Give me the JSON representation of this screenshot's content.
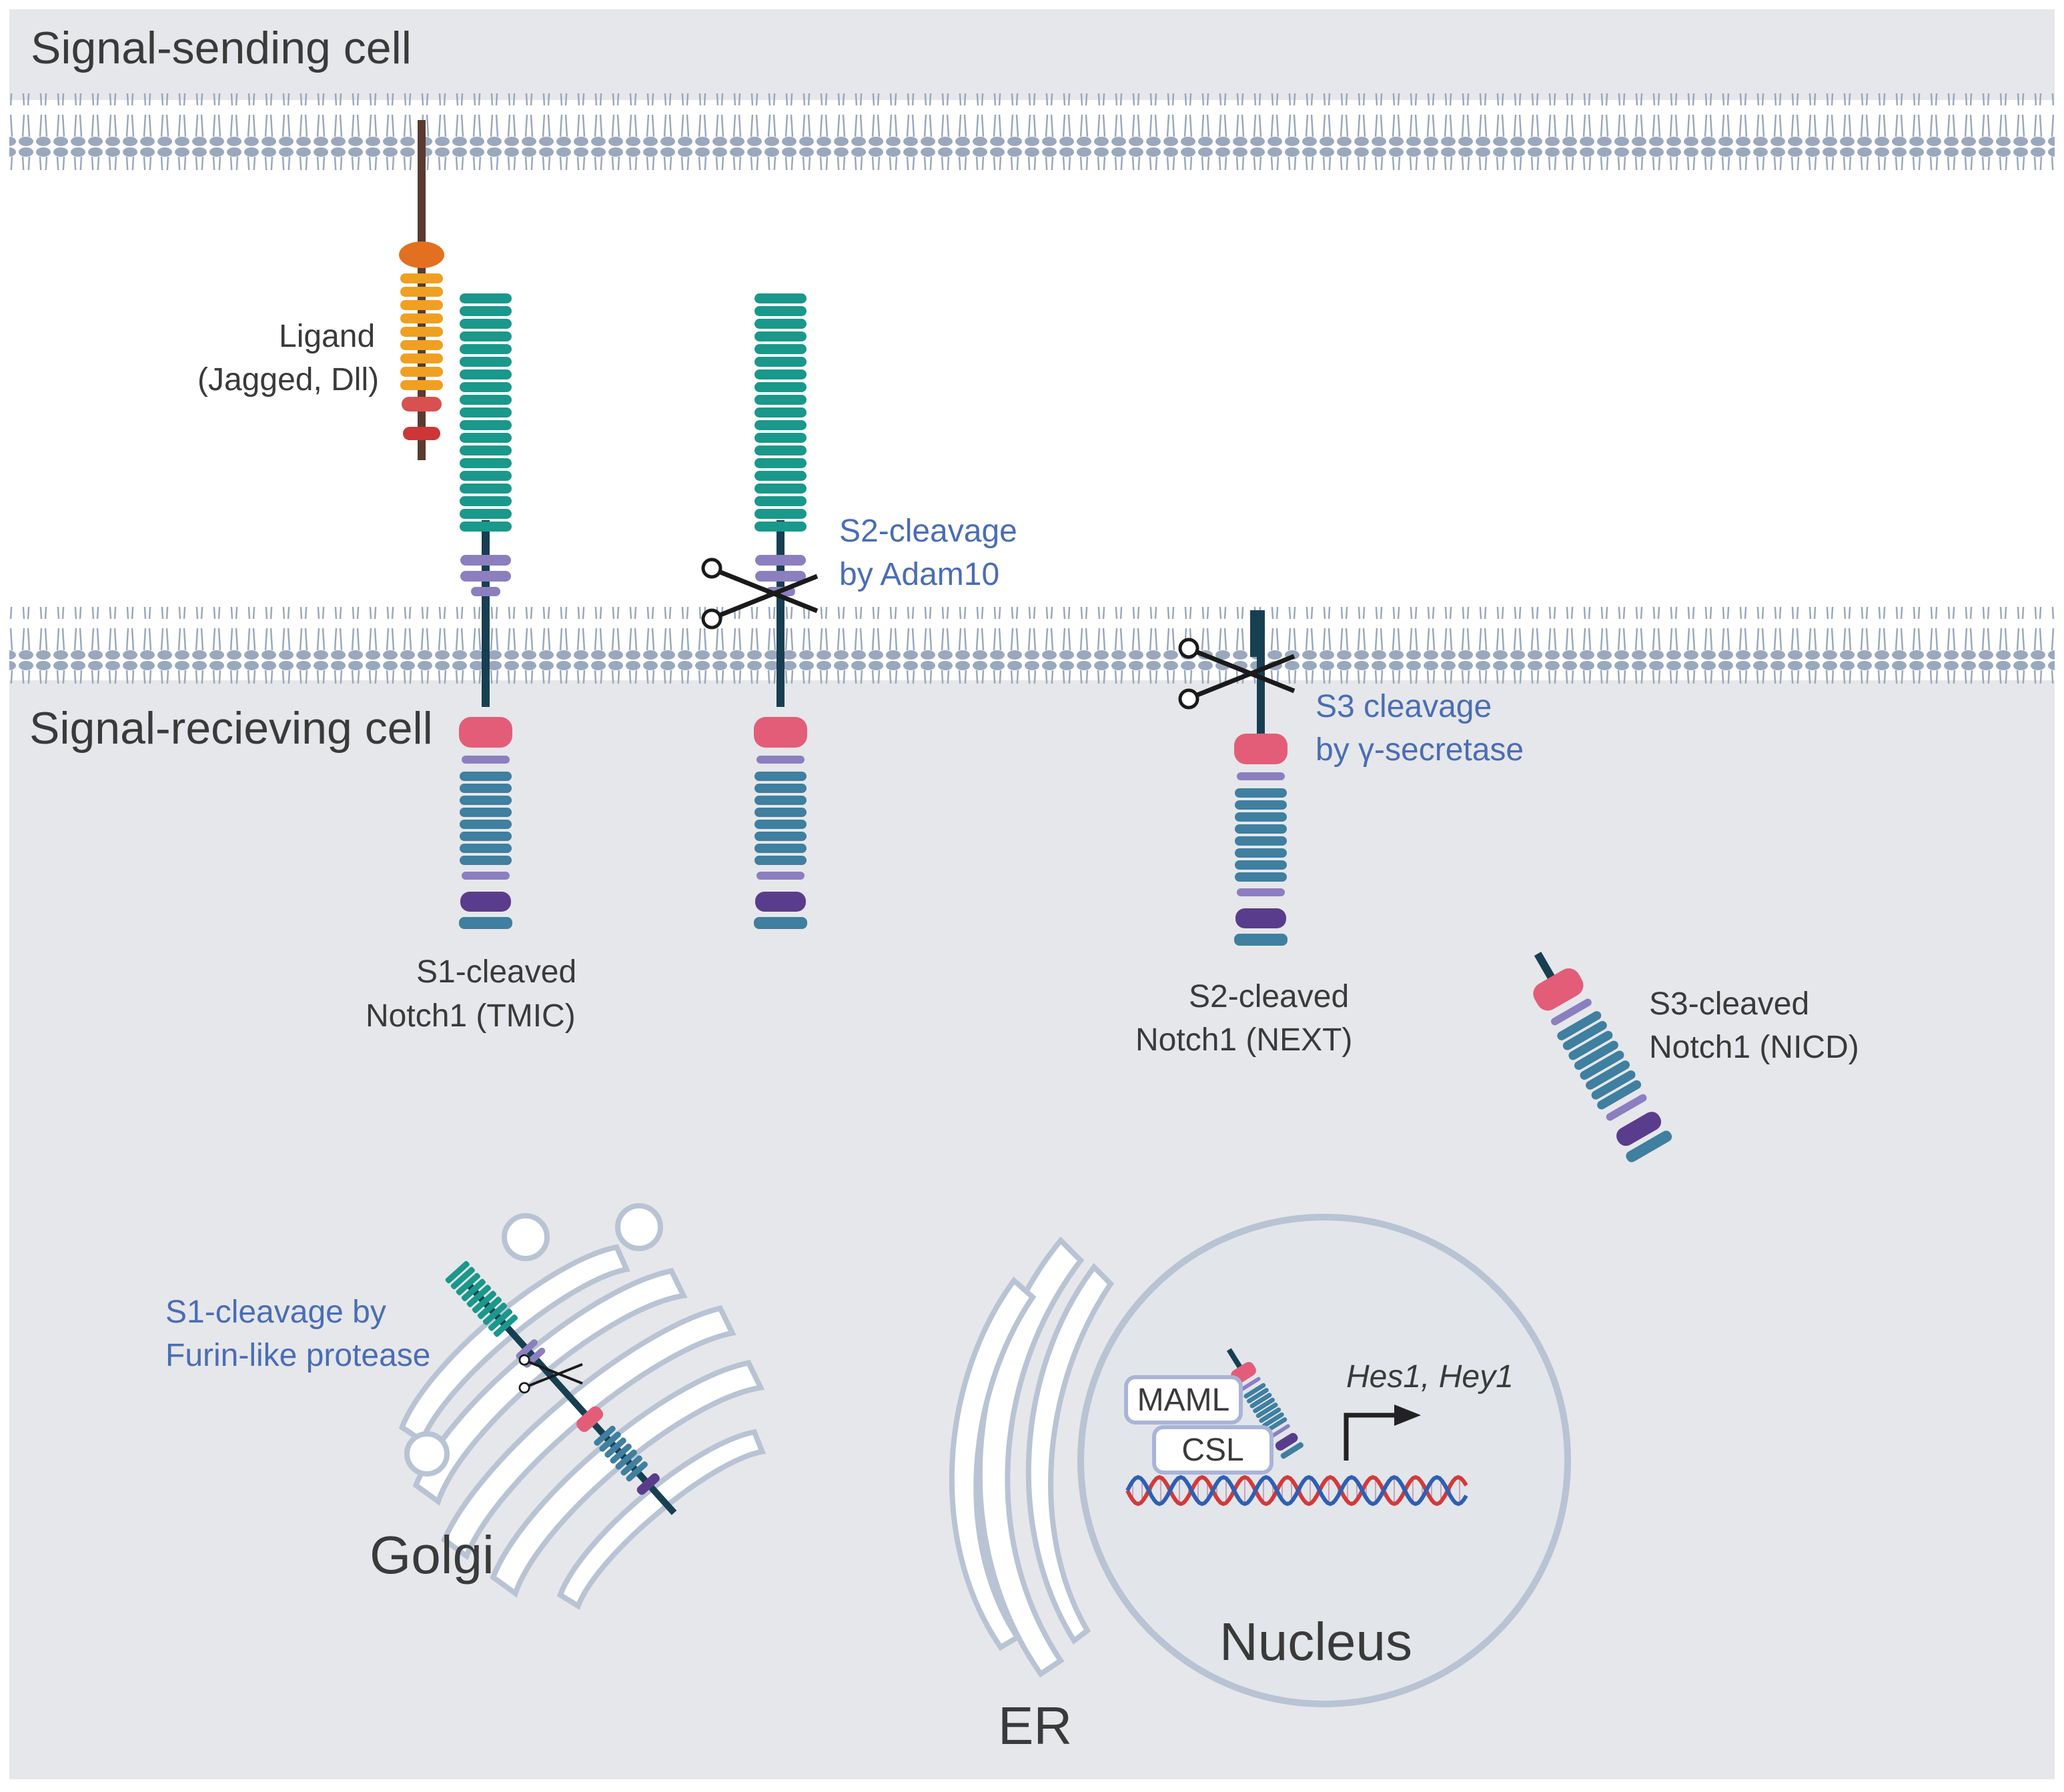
{
  "cells": {
    "sending": "Signal-sending cell",
    "receiving": "Signal-recieving cell"
  },
  "labels": {
    "ligand_1": "Ligand",
    "ligand_2": "(Jagged, Dll)",
    "s2_cleavage_1": "S2-cleavage",
    "s2_cleavage_2": "by Adam10",
    "s3_cleavage_1": "S3 cleavage",
    "s3_cleavage_2": "by γ-secretase",
    "tmic_1": "S1-cleaved",
    "tmic_2": "Notch1 (TMIC)",
    "next_1": "S2-cleaved",
    "next_2": "Notch1 (NEXT)",
    "nicd_1": "S3-cleaved",
    "nicd_2": "Notch1 (NICD)",
    "s1_cleavage_1": "S1-cleavage by",
    "s1_cleavage_2": "Furin-like protease",
    "golgi": "Golgi",
    "er": "ER",
    "nucleus": "Nucleus",
    "maml": "MAML",
    "csl": "CSL",
    "genes": "Hes1, Hey1"
  },
  "colors": {
    "membrane": "#9aa8bd",
    "cytoplasm": "#e6e7ea",
    "egf_repeat": "#19988b",
    "nrr": "#8c7fc0",
    "stalk": "#173f52",
    "ram": "#e35d78",
    "ankyrin": "#3f7fa0",
    "pest": "#5a3c8c",
    "ligand_orange": "#f0a020",
    "ligand_red": "#cc3636",
    "label_blue": "#4a6db5"
  }
}
